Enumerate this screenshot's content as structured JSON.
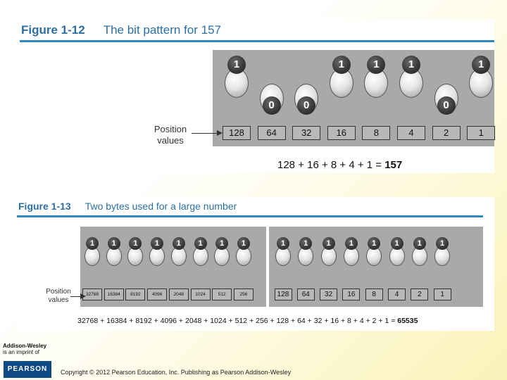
{
  "figure1": {
    "number": "Figure 1-12",
    "caption": "The bit pattern for 157",
    "bits": [
      "1",
      "0",
      "0",
      "1",
      "1",
      "1",
      "0",
      "1"
    ],
    "positions": [
      "128",
      "64",
      "32",
      "16",
      "8",
      "4",
      "2",
      "1"
    ],
    "position_label_line1": "Position",
    "position_label_line2": "values",
    "equation": "128 + 16 + 8 + 4 + 1 = ",
    "result": "157"
  },
  "figure2": {
    "number": "Figure 1-13",
    "caption": "Two bytes used for a large number",
    "left_bits": [
      "1",
      "1",
      "1",
      "1",
      "1",
      "1",
      "1",
      "1"
    ],
    "right_bits": [
      "1",
      "1",
      "1",
      "1",
      "1",
      "1",
      "1",
      "1"
    ],
    "left_positions": [
      "32768",
      "16384",
      "8192",
      "4096",
      "2048",
      "1024",
      "512",
      "256"
    ],
    "right_positions": [
      "128",
      "64",
      "32",
      "16",
      "8",
      "4",
      "2",
      "1"
    ],
    "position_label_line1": "Position",
    "position_label_line2": "values",
    "equation": "32768 + 16384 + 8192 + 4096 + 2048 + 1024 + 512 + 256 + 128 + 64 + 32 + 16 + 8 + 4 + 2 + 1 = ",
    "result": "65535"
  },
  "footer": {
    "publisher_line1": "Addison-Wesley",
    "publisher_line2": "is an imprint of",
    "logo_text": "PEARSON",
    "copyright": "Copyright © 2012 Pearson Education, Inc. Publishing as Pearson Addison-Wesley"
  }
}
